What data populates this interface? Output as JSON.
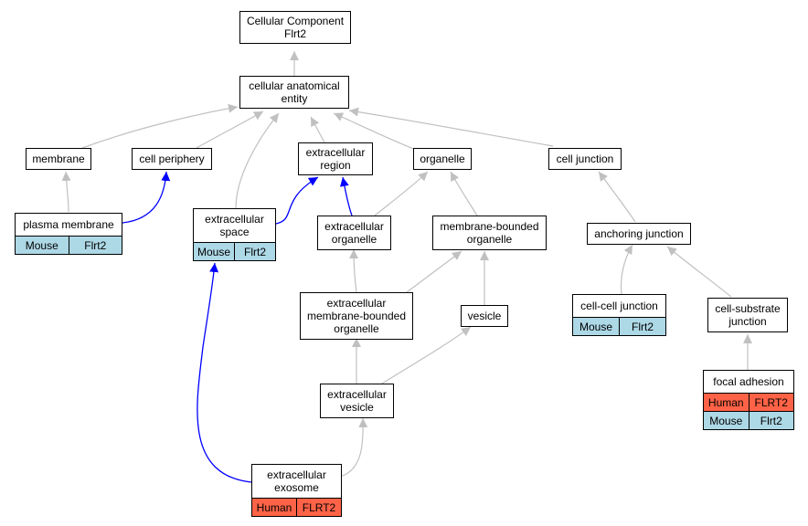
{
  "nodes": {
    "root": "Cellular Component\nFlrt2",
    "cae": "cellular anatomical\nentity",
    "membrane": "membrane",
    "periphery": "cell periphery",
    "ecregion": "extracellular\nregion",
    "organelle": "organelle",
    "junction": "cell junction",
    "plasma": "plasma membrane",
    "ecspace": "extracellular\nspace",
    "ecorganelle": "extracellular\norganelle",
    "mborganelle": "membrane-bounded\norganelle",
    "anchoring": "anchoring junction",
    "ecmborganelle": "extracellular\nmembrane-bounded\norganelle",
    "vesicle": "vesicle",
    "cellcell": "cell-cell junction",
    "cellsub": "cell-substrate\njunction",
    "focal": "focal adhesion",
    "ecvesicle": "extracellular\nvesicle",
    "exosome": "extracellular\nexosome"
  },
  "annotations": {
    "plasma": [
      [
        "Mouse",
        "Flrt2"
      ]
    ],
    "ecspace": [
      [
        "Mouse",
        "Flrt2"
      ]
    ],
    "cellcell": [
      [
        "Mouse",
        "Flrt2"
      ]
    ],
    "focal": [
      [
        "Human",
        "FLRT2"
      ],
      [
        "Mouse",
        "Flrt2"
      ]
    ],
    "exosome": [
      [
        "Human",
        "FLRT2"
      ]
    ]
  },
  "colors": {
    "mouse": "#add8e6",
    "human": "#ff6347",
    "edge": "#c0c0c0",
    "highlight_edge": "#0000ff"
  }
}
